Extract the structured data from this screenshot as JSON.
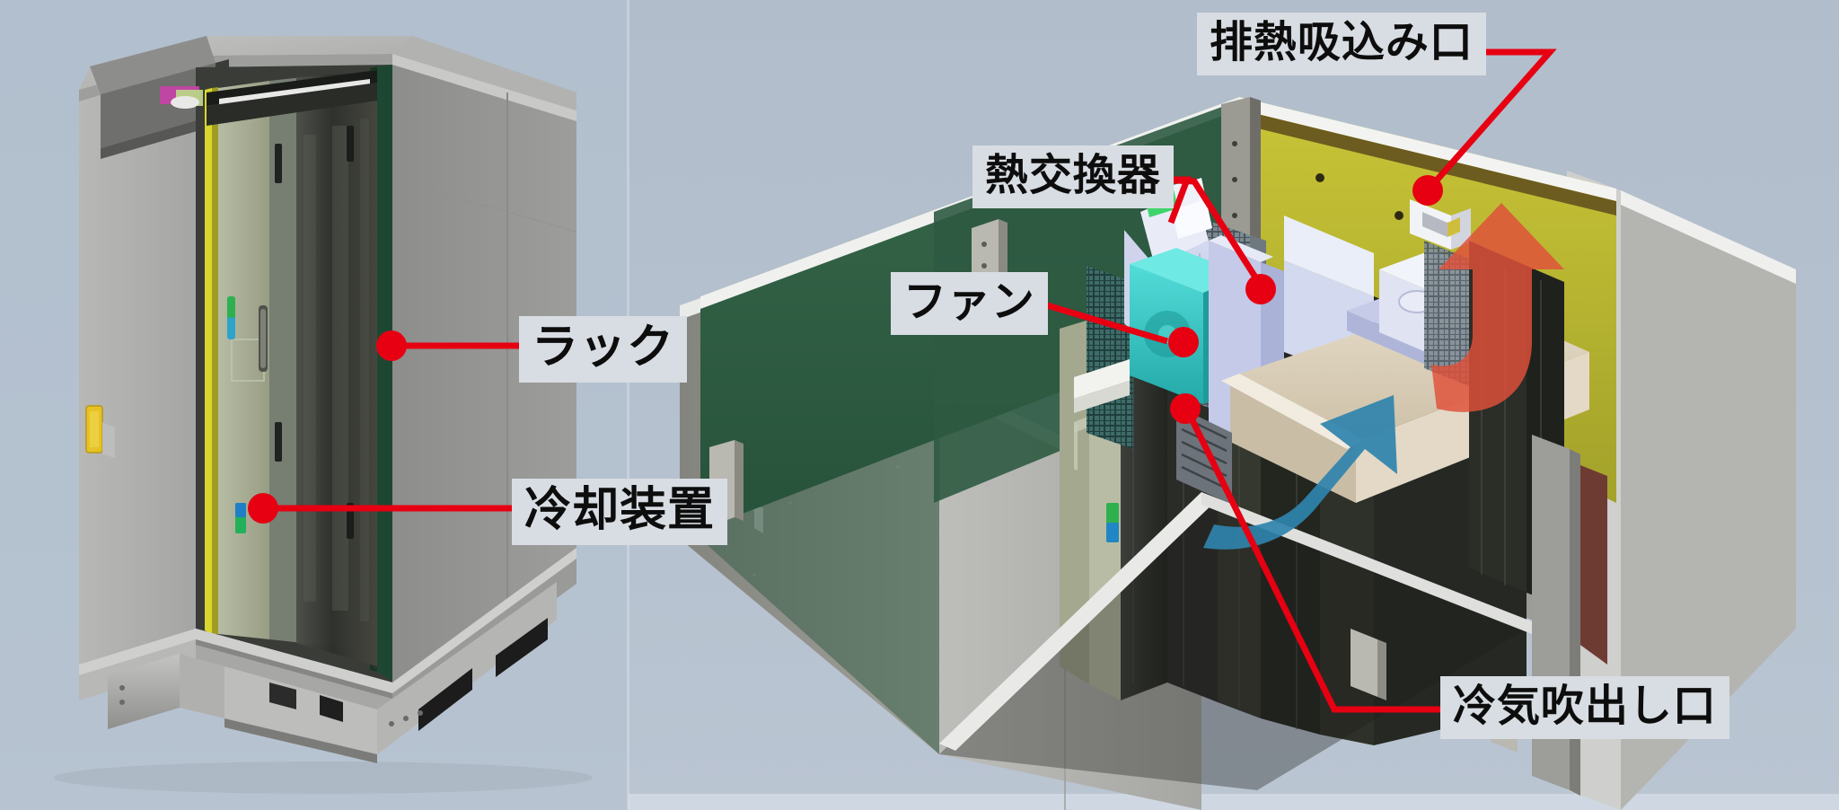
{
  "figure": {
    "type": "technical-illustration",
    "title": "",
    "background_color": "#b3bfcd",
    "accent_color": "#e60012",
    "label_bg_color": "#d8dde3",
    "hot_air_arrow_color": "#e0503a",
    "cool_air_arrow_color": "#2f83ad"
  },
  "panels": [
    {
      "id": "left-view",
      "name": "outdoor-cabinet-front-view",
      "description": "Closed outdoor server cabinet with front door open showing rack"
    },
    {
      "id": "right-view",
      "name": "outdoor-cabinet-cutaway-view",
      "description": "Cut-away of the same cabinet showing internal cooling unit and airflow"
    }
  ],
  "callouts": {
    "left": [
      {
        "key": "rack",
        "label": "ラック",
        "size": "lg"
      },
      {
        "key": "cooling",
        "label": "冷却装置",
        "size": "lg"
      }
    ],
    "right": [
      {
        "key": "exhaust_intake",
        "label": "排熱吸込み口",
        "size": "md"
      },
      {
        "key": "heat_exchanger",
        "label": "熱交換器",
        "size": "md"
      },
      {
        "key": "fan",
        "label": "ファン",
        "size": "md"
      },
      {
        "key": "cool_outlet",
        "label": "冷気吹出し口",
        "size": "md"
      }
    ]
  },
  "airflow": {
    "hot": {
      "name": "exhaust-hot-air",
      "color": "#e0503a"
    },
    "cold": {
      "name": "supply-cool-air",
      "color": "#2f83ad"
    }
  },
  "materials": {
    "cabinet_body": "#9a9a99",
    "cabinet_body_light": "#b6b6b4",
    "cabinet_body_dark": "#7b7b7a",
    "interior_green": "#2f5b43",
    "interior_yellow": "#b3b02c",
    "rack_dark": "#3a3c38",
    "door_olive": "#a8ad93",
    "fan_teal": "#36c6c4",
    "exchanger_lilac": "#c8cde6",
    "server_beige": "#ddd3c0",
    "lock_yellow": "#e8c225"
  }
}
